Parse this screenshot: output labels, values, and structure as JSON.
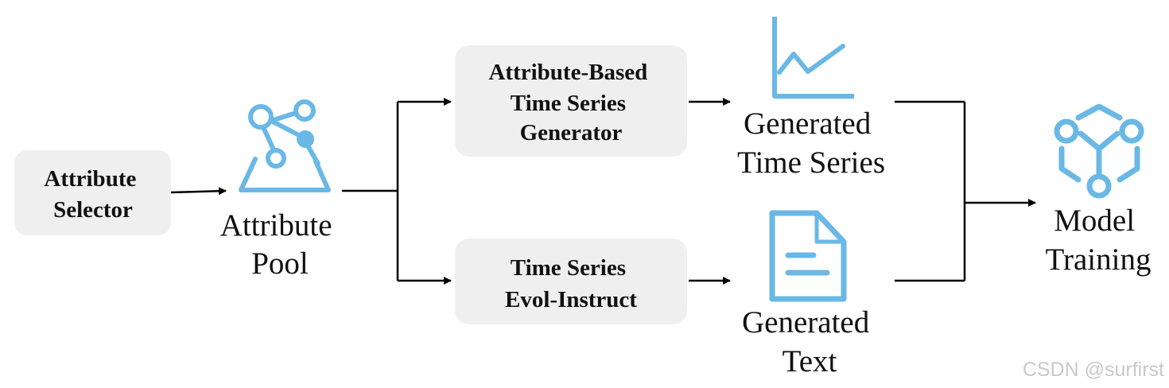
{
  "colors": {
    "box_fill": "#efefef",
    "icon_blue": "#6ab8e6",
    "line": "#000000",
    "text": "#111111",
    "watermark": "#c9c9c9"
  },
  "boxes": {
    "attribute_selector": {
      "lines": [
        "Attribute",
        "Selector"
      ]
    },
    "ts_generator": {
      "lines": [
        "Attribute-Based",
        "Time Series",
        "Generator"
      ]
    },
    "evol_instruct": {
      "lines": [
        "Time Series",
        "Evol-Instruct"
      ]
    }
  },
  "nodes": {
    "attribute_pool": {
      "lines": [
        "Attribute",
        "Pool"
      ],
      "icon": "molecule-funnel-icon"
    },
    "generated_time_series": {
      "lines": [
        "Generated",
        "Time Series"
      ],
      "icon": "line-chart-icon"
    },
    "generated_text": {
      "lines": [
        "Generated",
        "Text"
      ],
      "icon": "document-icon"
    },
    "model_training": {
      "lines": [
        "Model",
        "Training"
      ],
      "icon": "network-cube-icon"
    }
  },
  "watermark": "CSDN @surfirst"
}
